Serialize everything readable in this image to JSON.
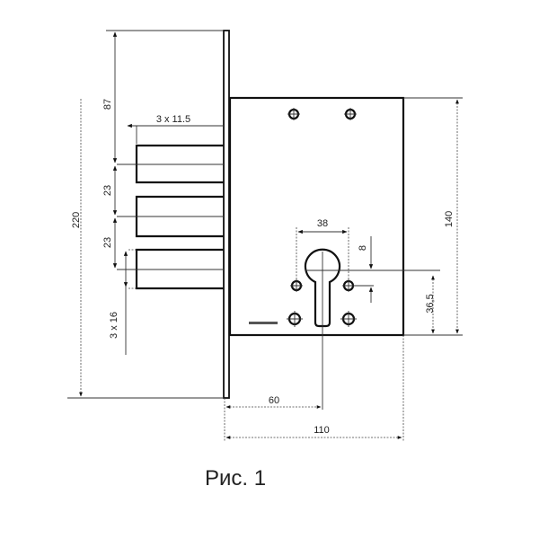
{
  "figure": {
    "caption": "Рис. 1",
    "dimensions": {
      "top_offset": "87",
      "bolt_width": "3 x 11.5",
      "bolt_spacing_1": "23",
      "bolt_spacing_2": "23",
      "faceplate_height": "220",
      "bolt_height": "3 x 16",
      "cylinder_hole_spacing": "38",
      "cylinder_offset": "8",
      "body_height": "140",
      "cylinder_from_bottom": "36,5",
      "backset": "60",
      "body_width": "110"
    }
  }
}
